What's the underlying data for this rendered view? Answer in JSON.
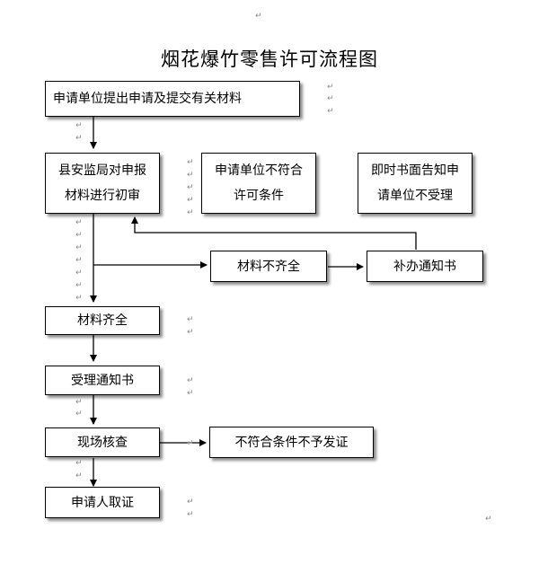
{
  "title": "烟花爆竹零售许可流程图",
  "boxes": {
    "submit": "申请单位提出申请及提交有关材料",
    "review_line1": "县安监局对申报",
    "review_line2": "材料进行初审",
    "not_qualified_line1": "申请单位不符合",
    "not_qualified_line2": "许可条件",
    "reject_line1": "即时书面告知申",
    "reject_line2": "请单位不受理",
    "incomplete": "材料不齐全",
    "supplement": "补办通知书",
    "complete": "材料齐全",
    "acceptance": "受理通知书",
    "inspection": "现场核查",
    "not_issued": "不符合条件不予发证",
    "collect": "申请人取证"
  },
  "marks": {
    "return_mark": "↵"
  }
}
